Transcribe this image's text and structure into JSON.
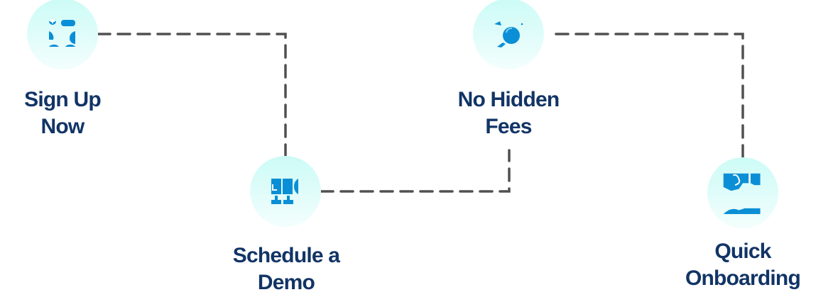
{
  "steps": [
    {
      "id": "sign-up",
      "title_line1": "Sign Up",
      "title_line2": "Now",
      "icon": "user-sign-up-icon"
    },
    {
      "id": "schedule-demo",
      "title_line1": "Schedule a",
      "title_line2": "Demo",
      "icon": "demo-presentation-icon"
    },
    {
      "id": "no-hidden-fees",
      "title_line1": "No Hidden",
      "title_line2": "Fees",
      "icon": "magnifier-transparency-icon"
    },
    {
      "id": "quick-onboarding",
      "title_line1": "Quick",
      "title_line2": "Onboarding",
      "icon": "handshake-icon"
    }
  ],
  "colors": {
    "text": "#123466",
    "icon": "#0a8fd6",
    "connector": "#505050",
    "circle_top": "#ccfbf6",
    "circle_bottom": "#f3fefd"
  }
}
